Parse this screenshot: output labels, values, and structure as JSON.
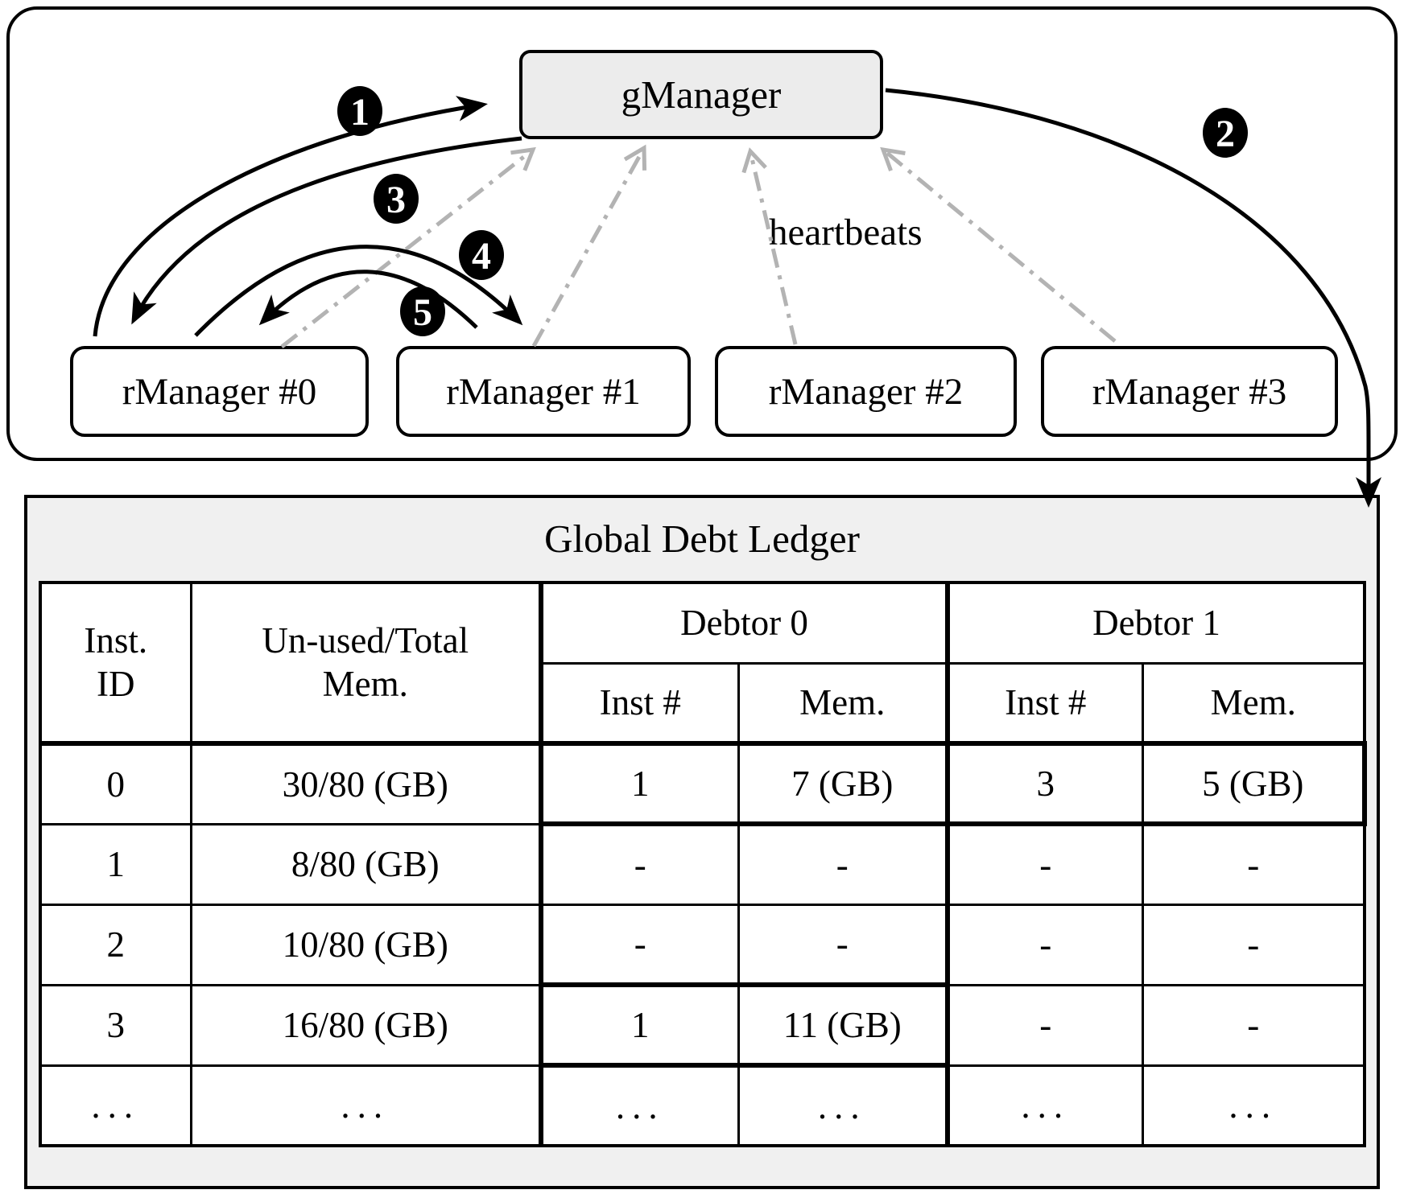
{
  "diagram": {
    "gmanager_label": "gManager",
    "heartbeats_label": "heartbeats",
    "rmanagers": [
      {
        "label": "rManager #0"
      },
      {
        "label": "rManager #1"
      },
      {
        "label": "rManager #2"
      },
      {
        "label": "rManager #3"
      }
    ],
    "steps": [
      {
        "n": "1"
      },
      {
        "n": "2"
      },
      {
        "n": "3"
      },
      {
        "n": "4"
      },
      {
        "n": "5"
      }
    ]
  },
  "ledger": {
    "title": "Global Debt Ledger",
    "header": {
      "inst_id_line1": "Inst.",
      "inst_id_line2": "ID",
      "mem_total_line1": "Un-used/Total",
      "mem_total_line2": "Mem.",
      "debtor0": "Debtor 0",
      "debtor1": "Debtor 1",
      "inst_num": "Inst #",
      "mem": "Mem."
    },
    "rows": [
      [
        "0",
        "30/80 (GB)",
        "1",
        "7 (GB)",
        "3",
        "5 (GB)"
      ],
      [
        "1",
        "8/80 (GB)",
        "-",
        "-",
        "-",
        "-"
      ],
      [
        "2",
        "10/80 (GB)",
        "-",
        "-",
        "-",
        "-"
      ],
      [
        "3",
        "16/80 (GB)",
        "1",
        "11 (GB)",
        "-",
        "-"
      ],
      [
        "...",
        "...",
        "...",
        "...",
        "...",
        "..."
      ]
    ]
  },
  "colors": {
    "node_fill": "#ececec",
    "panel_fill": "#f0f0f0",
    "dash_gray": "#b3b3b3"
  }
}
